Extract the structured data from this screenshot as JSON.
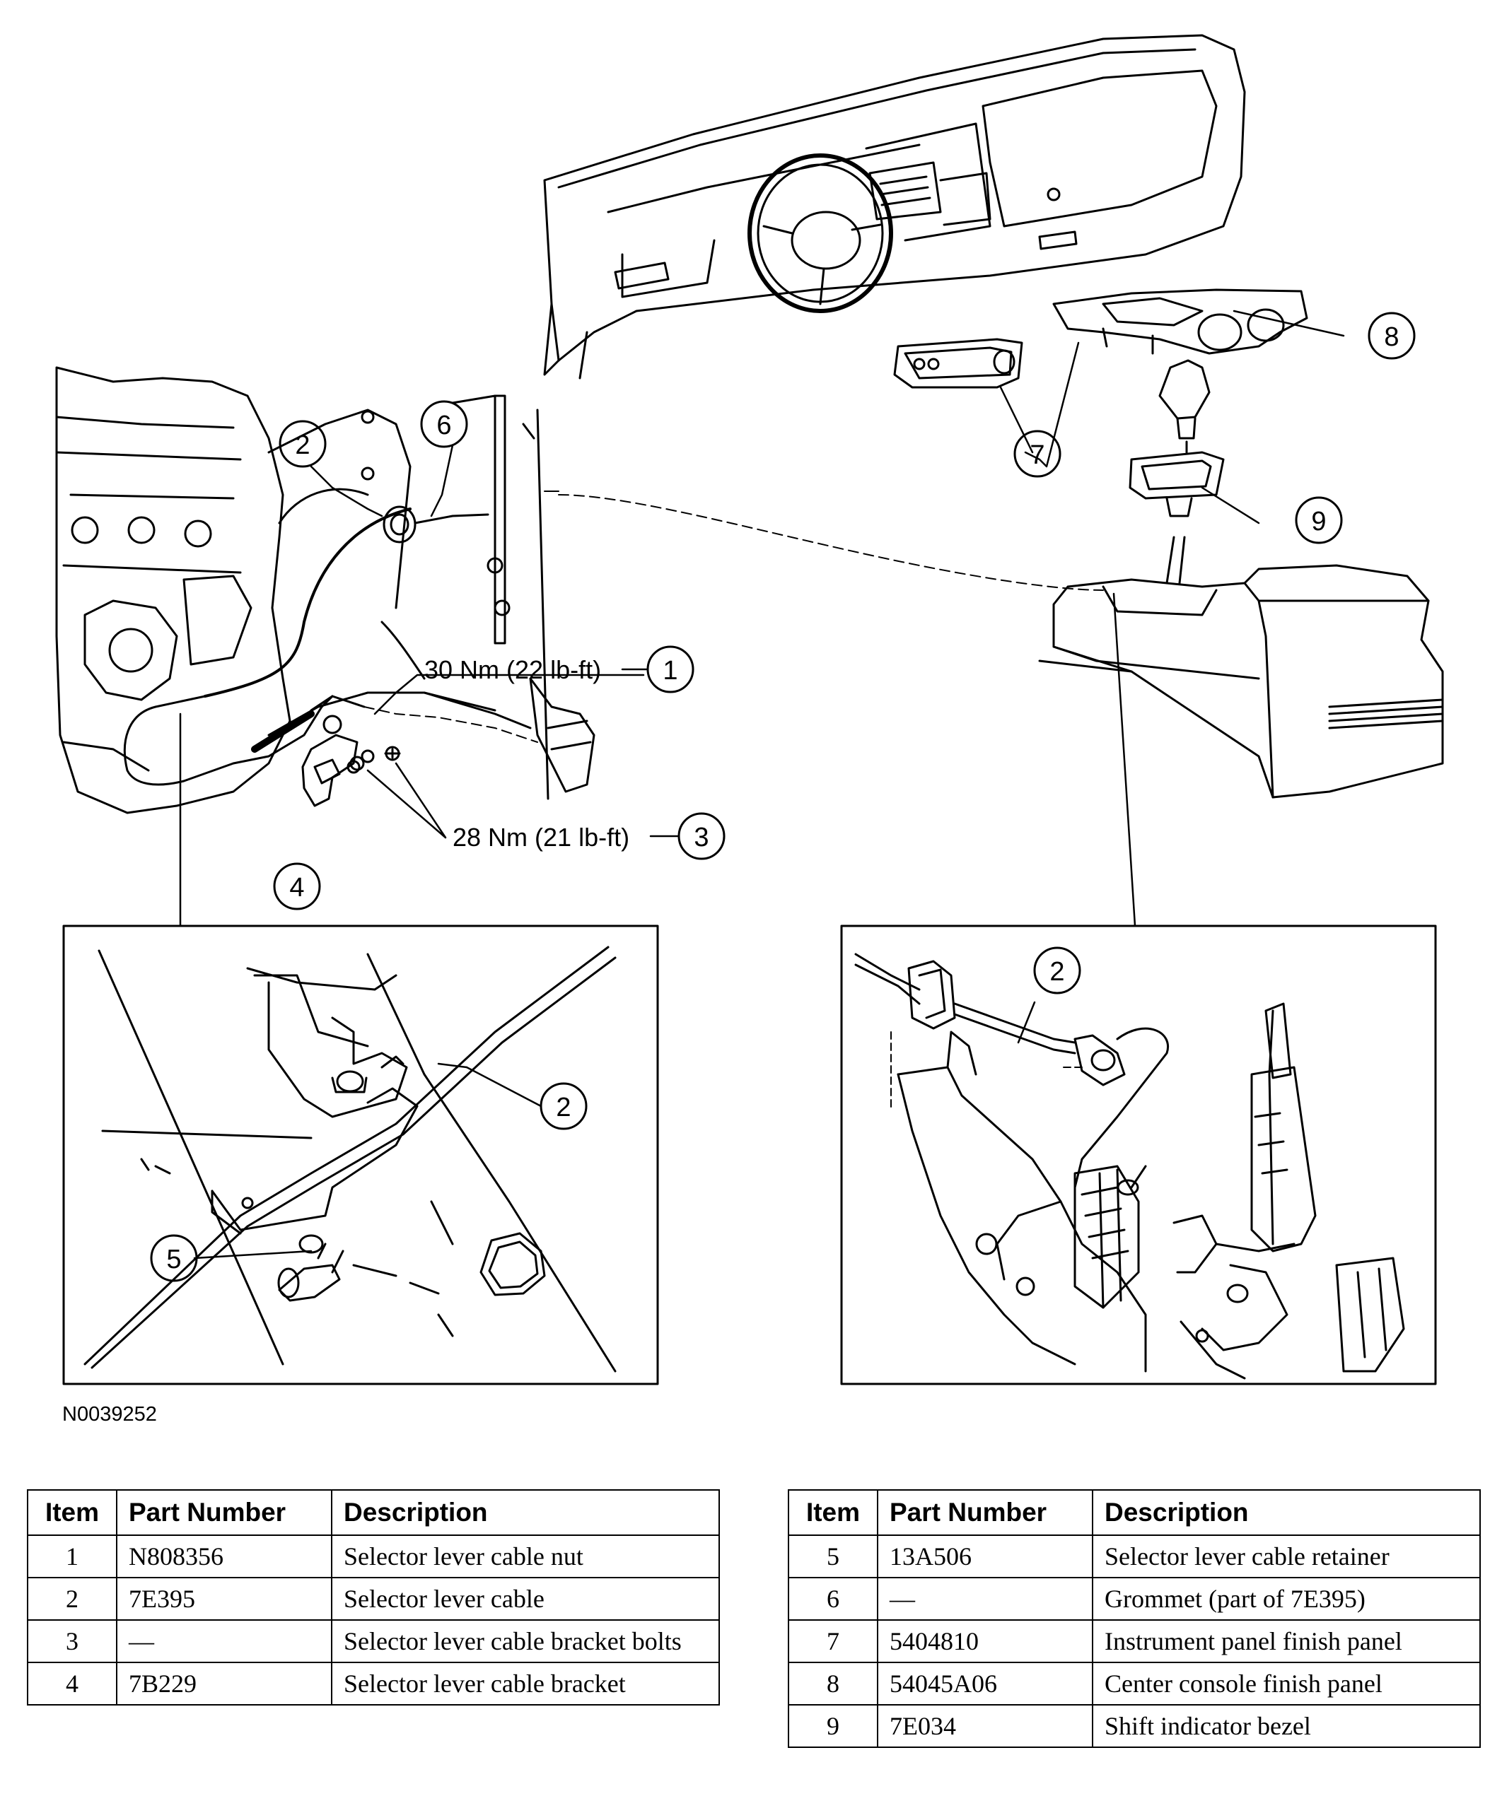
{
  "figure_id": "N0039252",
  "callouts": {
    "c1": "1",
    "c2a": "2",
    "c2b": "2",
    "c2c": "2",
    "c3": "3",
    "c4": "4",
    "c5": "5",
    "c6": "6",
    "c7": "7",
    "c8": "8",
    "c9": "9"
  },
  "torque": {
    "nut": "30 Nm (22 lb-ft)",
    "bolts": "28 Nm (21 lb-ft)"
  },
  "table_headers": {
    "item": "Item",
    "part": "Part Number",
    "desc": "Description"
  },
  "parts_left": [
    {
      "item": "1",
      "part": "N808356",
      "desc": "Selector lever cable nut"
    },
    {
      "item": "2",
      "part": "7E395",
      "desc": "Selector lever cable"
    },
    {
      "item": "3",
      "part": "—",
      "desc": "Selector lever cable bracket bolts"
    },
    {
      "item": "4",
      "part": "7B229",
      "desc": "Selector lever cable bracket"
    }
  ],
  "parts_right": [
    {
      "item": "5",
      "part": "13A506",
      "desc": "Selector lever cable retainer"
    },
    {
      "item": "6",
      "part": "—",
      "desc": "Grommet (part of 7E395)"
    },
    {
      "item": "7",
      "part": "5404810",
      "desc": "Instrument panel finish panel"
    },
    {
      "item": "8",
      "part": "54045A06",
      "desc": "Center console finish panel"
    },
    {
      "item": "9",
      "part": "7E034",
      "desc": "Shift indicator bezel"
    }
  ]
}
